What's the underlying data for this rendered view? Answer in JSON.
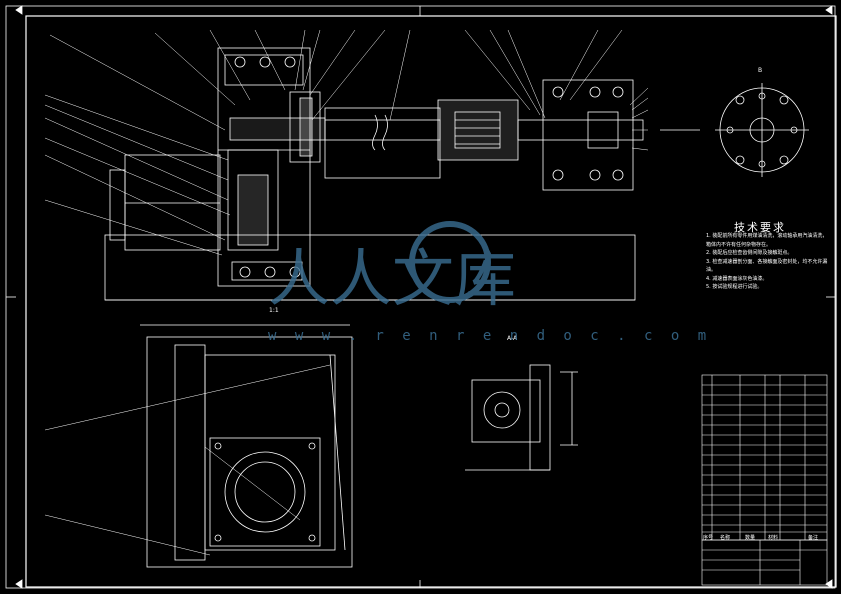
{
  "drawing": {
    "technical_requirements_title": "技术要求",
    "technical_requirements": [
      "1. 装配前所有零件用煤油清洗，滚动轴承用汽油清洗，箱体内不许有任何杂物存在。",
      "2. 装配后应检查齿侧间隙及接触斑点。",
      "3. 检查减速器剖分面、各接触面及密封处，均不允许漏油。",
      "4. 减速器表面涂灰色油漆。",
      "5. 按试验规程进行试验。"
    ],
    "watermark_text": "w w w . r e n r e n d o c . c o m",
    "watermark_logo": "人人文库",
    "dimension_label_bottom": "1:1",
    "section_label": "A-A",
    "view_label": "B",
    "bom_headers": [
      "序号",
      "名称",
      "数量",
      "材料",
      "备注"
    ]
  },
  "colors": {
    "background": "#000000",
    "lines": "#ffffff",
    "watermark": "#3a6f93"
  }
}
